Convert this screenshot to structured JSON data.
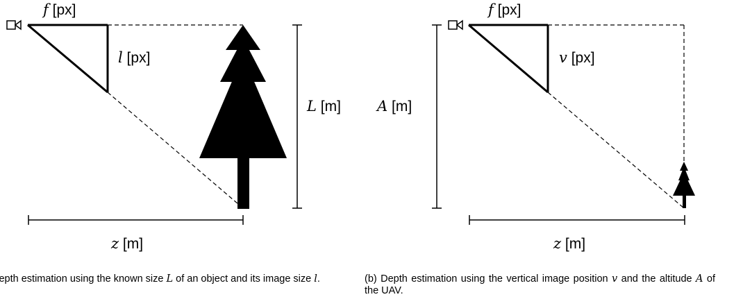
{
  "panel_a": {
    "f_var": "f",
    "f_unit": " [px]",
    "l_var": "l",
    "l_unit": " [px]",
    "L_var": "L",
    "L_unit": " [m]",
    "z_var": "z",
    "z_unit": " [m]",
    "caption": {
      "p1": "Depth estimation using the known size ",
      "v1": "L",
      "p2": " of an object and its image size ",
      "v2": "l",
      "p3": "."
    }
  },
  "panel_b": {
    "f_var": "f",
    "f_unit": " [px]",
    "v_var": "v",
    "v_unit": " [px]",
    "A_var": "A",
    "A_unit": " [m]",
    "z_var": "z",
    "z_unit": " [m]",
    "caption": {
      "p1": "(b) Depth estimation using the vertical image position ",
      "v1": "v",
      "p2": " and the altitude ",
      "v2": "A",
      "p3": " of the UAV."
    }
  },
  "icons": {
    "camera": "camera-icon",
    "tree": "tree-icon"
  }
}
